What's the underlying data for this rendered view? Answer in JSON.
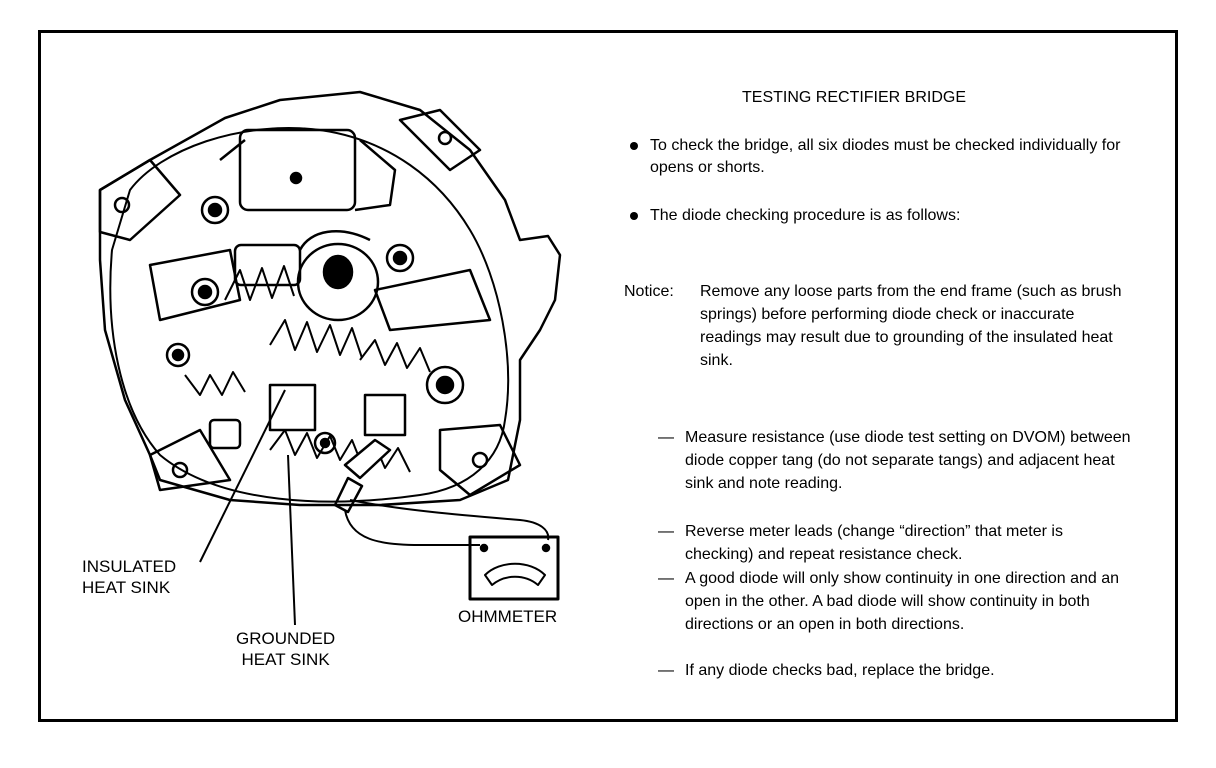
{
  "title": "TESTING RECTIFIER BRIDGE",
  "bullets": [
    "To check the bridge, all six diodes must be checked individually for opens or shorts.",
    "The diode checking procedure is as follows:"
  ],
  "notice": {
    "head": "Notice:",
    "body": "Remove any loose parts from the end frame (such as brush springs) before performing diode check or inaccurate readings may result due to grounding of the insulated heat sink."
  },
  "steps": [
    "Measure resistance (use diode test setting on DVOM) between diode copper tang (do not separate tangs) and adjacent heat sink and note reading.",
    "Reverse meter leads (change “direction” that meter is checking) and repeat resistance check.",
    "A good diode will only show continuity in one direction and an open in the other. A bad diode will show continuity in both directions or an open in both directions.",
    "If any diode checks bad, replace the bridge."
  ],
  "dash": "—",
  "labels": {
    "insulated": "INSULATED\nHEAT SINK",
    "grounded": "GROUNDED\nHEAT SINK",
    "ohmmeter": "OHMMETER"
  }
}
